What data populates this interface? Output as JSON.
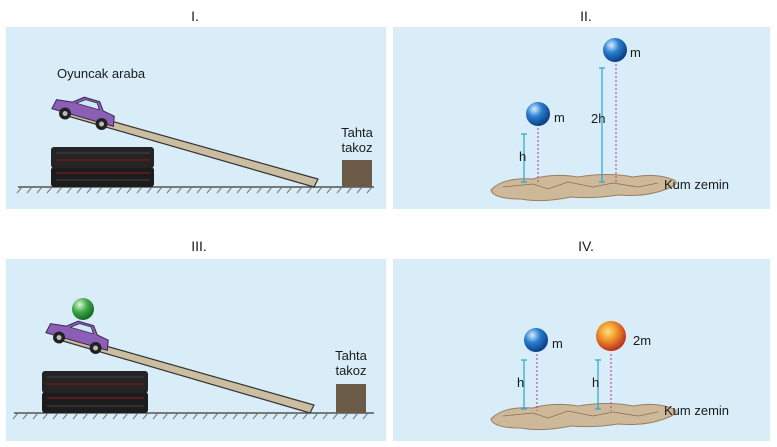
{
  "panels": [
    {
      "title": "I.",
      "car_label": "Oyuncak araba",
      "block_label_1": "Tahta",
      "block_label_2": "takoz"
    },
    {
      "title": "II.",
      "mass_left": "m",
      "height_left": "h",
      "mass_right": "m",
      "height_right": "2h",
      "ground_label": "Kum zemin"
    },
    {
      "title": "III.",
      "block_label_1": "Tahta",
      "block_label_2": "takoz"
    },
    {
      "title": "IV.",
      "mass_left": "m",
      "height_left": "h",
      "mass_right": "2m",
      "height_right": "h",
      "ground_label": "Kum zemin"
    }
  ],
  "colors": {
    "panel_bg": "#d8edf7",
    "ramp": "#cbbd9f",
    "books": "#1c1c1c",
    "block": "#6b5a47",
    "car": "#8a5fb5",
    "sand": "#cdb89a",
    "blue_ball": "#2b7fd1",
    "red_ball": "#e8452a",
    "green_ball": "#3fa94a",
    "marker": "#2aa6d6",
    "dotted": "#c2338e"
  }
}
